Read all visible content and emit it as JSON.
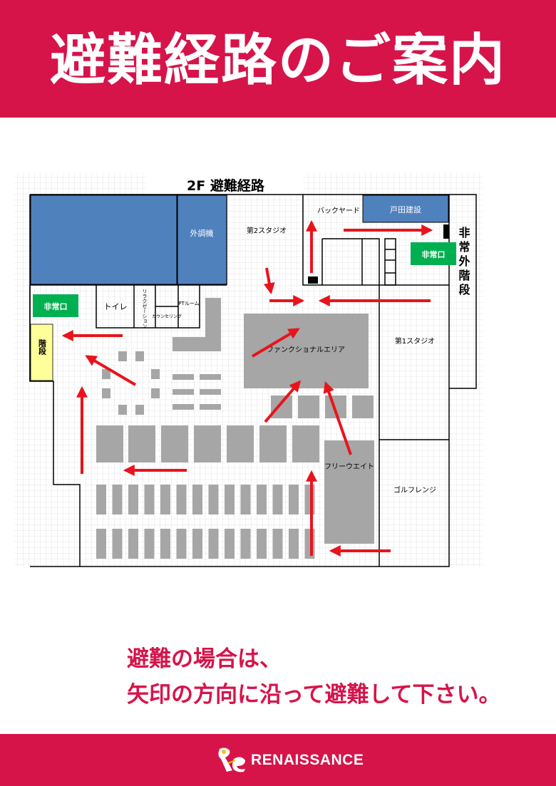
{
  "header": {
    "title": "避難経路のご案内"
  },
  "floor_map": {
    "title": "2F  避難経路",
    "rooms": {
      "outdoor_unit": "外調機",
      "studio2": "第2スタジオ",
      "backyard": "バックヤード",
      "toda": "戸田建設",
      "toilet": "トイレ",
      "relaxation": "リラクゼーション",
      "pt_room": "PTルーム",
      "counseling": "カウンセリング",
      "functional_area": "ファンクショナルエリア",
      "studio1": "第1スタジオ",
      "free_weight": "フリーウエイト",
      "golf_range": "ゴルフレンジ"
    },
    "exits": {
      "emergency_exit_left": "非常口",
      "emergency_exit_right": "非常口",
      "stairs_left": "階段",
      "external_stairs": "非常外階段"
    },
    "colors": {
      "room_blue": "#4f81bd",
      "exit_green": "#00b050",
      "stairs_yellow": "#ffff99",
      "arrow_red": "#e8141b",
      "equipment_gray": "#a6a6a6"
    }
  },
  "notice": {
    "line1": "避難の場合は、",
    "line2": "矢印の方向に沿って避難して下さい。"
  },
  "footer": {
    "brand": "RENAISSANCE",
    "logo_icon": "renaissance-logo-icon"
  }
}
